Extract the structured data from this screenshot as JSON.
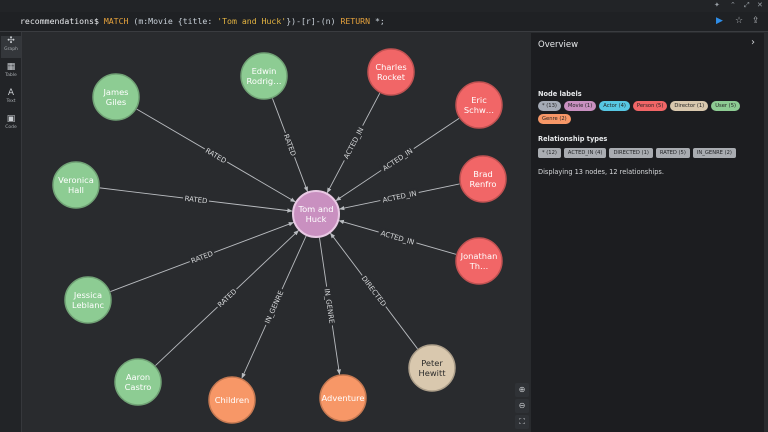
{
  "query": {
    "prompt": "recommendations$",
    "kw_match": "MATCH",
    "p1": " (m:Movie {title: ",
    "str": "'Tom and Huck'",
    "p2": "})-[r]-(n) ",
    "kw_return": "RETURN",
    "p3": " *;"
  },
  "sidebar": {
    "graph": "Graph",
    "table": "Table",
    "text": "Text",
    "code": "Code"
  },
  "overview": {
    "title": "Overview",
    "node_labels_head": "Node labels",
    "node_labels": [
      {
        "text": "* (13)",
        "color": "#a5abb6"
      },
      {
        "text": "Movie (1)",
        "color": "#c990c0"
      },
      {
        "text": "Actor (4)",
        "color": "#57c7e3"
      },
      {
        "text": "Person (5)",
        "color": "#f16667"
      },
      {
        "text": "Director (1)",
        "color": "#d9c8ae"
      },
      {
        "text": "User (5)",
        "color": "#8dcc93"
      },
      {
        "text": "Genre (2)",
        "color": "#f79767"
      }
    ],
    "rel_types_head": "Relationship types",
    "rel_types": [
      "* (12)",
      "ACTED_IN (4)",
      "DIRECTED (1)",
      "RATED (5)",
      "IN_GENRE (2)"
    ],
    "summary": "Displaying 13 nodes, 12 relationships."
  },
  "graph": {
    "center": {
      "lines": [
        "Tom and",
        "Huck"
      ],
      "color": "#c990c0"
    },
    "nodes": [
      {
        "id": "edwin",
        "lines": [
          "Edwin",
          "Rodrig…"
        ],
        "color": "#8dcc93",
        "rel": "RATED"
      },
      {
        "id": "charles",
        "lines": [
          "Charles",
          "Rocket"
        ],
        "color": "#f16667",
        "rel": "ACTED_IN"
      },
      {
        "id": "eric",
        "lines": [
          "Eric",
          "Schw…"
        ],
        "color": "#f16667",
        "rel": "ACTED_IN"
      },
      {
        "id": "brad",
        "lines": [
          "Brad",
          "Renfro"
        ],
        "color": "#f16667",
        "rel": "ACTED_IN"
      },
      {
        "id": "jonathan",
        "lines": [
          "Jonathan",
          "Th…"
        ],
        "color": "#f16667",
        "rel": "ACTED_IN"
      },
      {
        "id": "peter",
        "lines": [
          "Peter",
          "Hewitt"
        ],
        "color": "#d9c8ae",
        "rel": "DIRECTED"
      },
      {
        "id": "adventure",
        "lines": [
          "Adventure"
        ],
        "color": "#f79767",
        "rel": "IN_GENRE"
      },
      {
        "id": "children",
        "lines": [
          "Children"
        ],
        "color": "#f79767",
        "rel": "IN_GENRE"
      },
      {
        "id": "aaron",
        "lines": [
          "Aaron",
          "Castro"
        ],
        "color": "#8dcc93",
        "rel": "RATED"
      },
      {
        "id": "jessica",
        "lines": [
          "Jessica",
          "Leblanc"
        ],
        "color": "#8dcc93",
        "rel": "RATED"
      },
      {
        "id": "veronica",
        "lines": [
          "Veronica",
          "Hall"
        ],
        "color": "#8dcc93",
        "rel": "RATED"
      },
      {
        "id": "james",
        "lines": [
          "James",
          "Giles"
        ],
        "color": "#8dcc93",
        "rel": "RATED"
      }
    ]
  }
}
